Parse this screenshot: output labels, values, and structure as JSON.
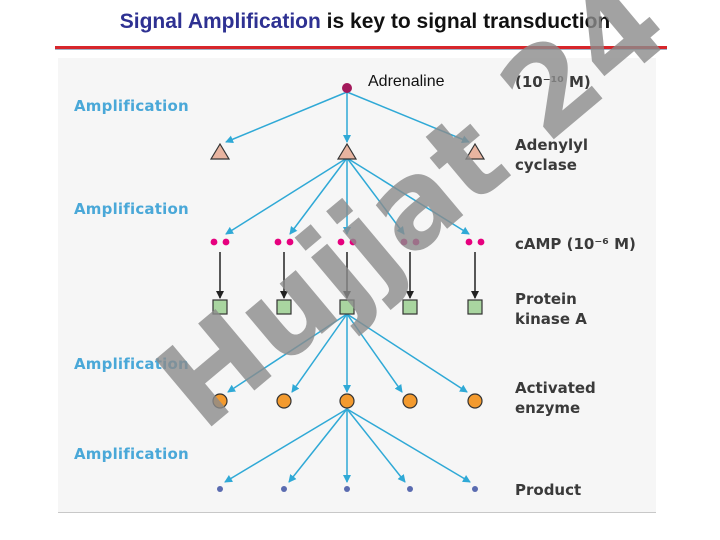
{
  "title": {
    "highlight": "Signal Amplification",
    "rest": "is key to signal transduction"
  },
  "amplification_label": "Amplification",
  "ligand_label": "Adrenaline",
  "levels": [
    {
      "id": "adrenaline",
      "label": "(10⁻¹⁰ M)",
      "count": 1,
      "shape": "dot",
      "color": "#a3195b"
    },
    {
      "id": "adenylyl-cyclase",
      "label": "Adenylyl\ncyclase",
      "count": 3,
      "shape": "triangle",
      "color": "#e8b4a0"
    },
    {
      "id": "camp",
      "label": "cAMP (10⁻⁶ M)",
      "count": 5,
      "shape": "dot-pair",
      "color": "#e6007e"
    },
    {
      "id": "protein-kinase-a",
      "label": "Protein\nkinase A",
      "count": 5,
      "shape": "square",
      "color": "#a9d5a0"
    },
    {
      "id": "activated-enzyme",
      "label": "Activated\nenzyme",
      "count": 5,
      "shape": "circle",
      "color": "#f39a2e"
    },
    {
      "id": "product",
      "label": "Product",
      "count": 5,
      "shape": "small-dot",
      "color": "#5a6bb0"
    }
  ],
  "colors": {
    "arrow": "#2fa9d6",
    "down_arrow": "#222222",
    "accent": "#2e3192",
    "rule": "#d7262b"
  },
  "watermark": {
    "text": "Hujjat 24",
    "color": "#8a8a8a",
    "accent": "#a899d8"
  }
}
